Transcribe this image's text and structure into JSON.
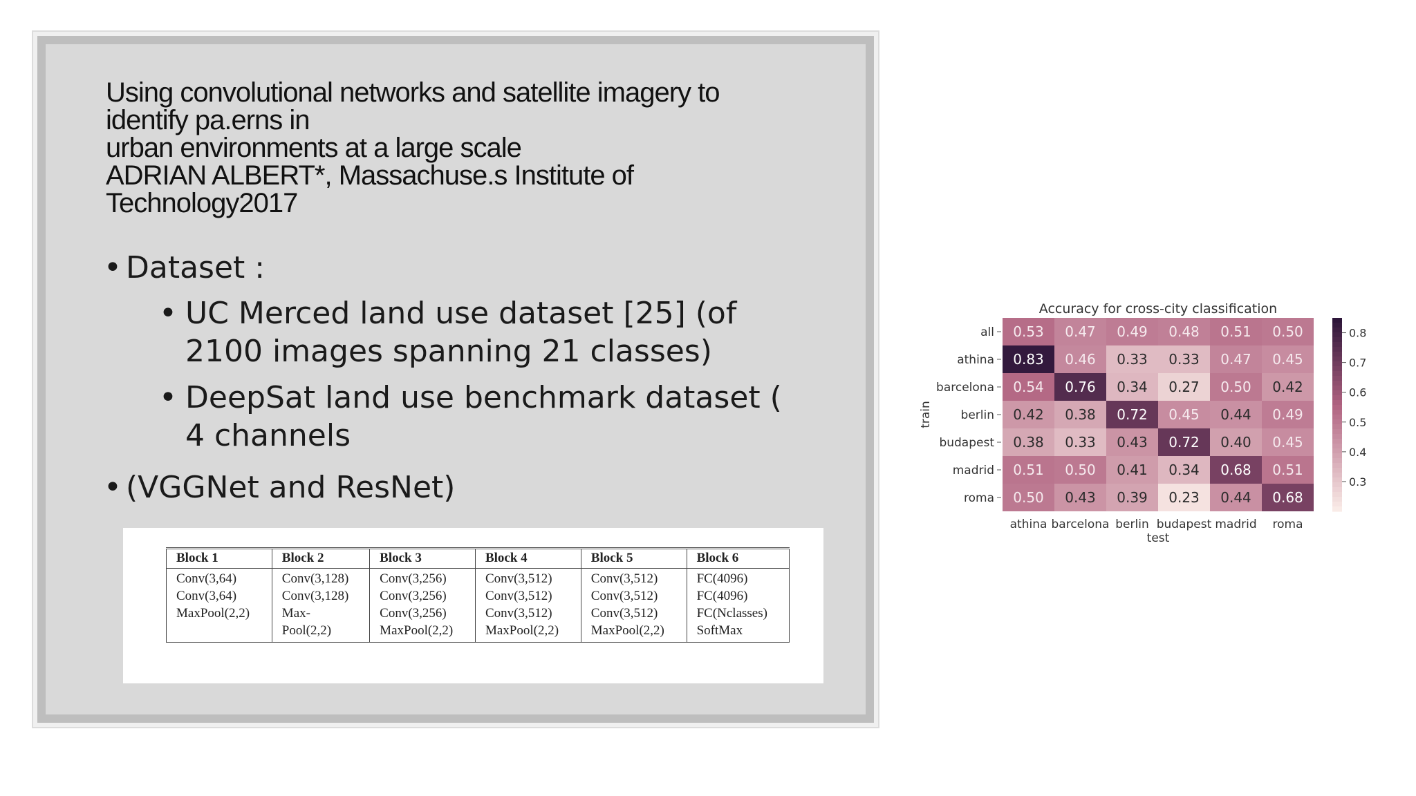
{
  "slide": {
    "title_lines": [
      "Using convolutional networks and satellite imagery to",
      "identify pa.erns in",
      "urban environments at a large scale",
      "ADRIAN ALBERT*, Massachuse.s Institute of",
      "Technology2017"
    ],
    "bullets": {
      "dot": "•",
      "dataset": "Dataset :",
      "uc_merced": "UC Merced land use dataset [25] (of 2100 images spanning 21 classes)",
      "deepsat": "DeepSat land use benchmark dataset ( 4 channels",
      "networks": "(VGGNet and ResNet)"
    }
  },
  "table": {
    "headers": [
      "Block 1",
      "Block 2",
      "Block 3",
      "Block 4",
      "Block 5",
      "Block 6"
    ],
    "cells": [
      [
        "Conv(3,64)",
        "Conv(3,64)",
        "MaxPool(2,2)"
      ],
      [
        "Conv(3,128)",
        "Conv(3,128)",
        "Max-",
        "Pool(2,2)"
      ],
      [
        "Conv(3,256)",
        "Conv(3,256)",
        "Conv(3,256)",
        "MaxPool(2,2)"
      ],
      [
        "Conv(3,512)",
        "Conv(3,512)",
        "Conv(3,512)",
        "MaxPool(2,2)"
      ],
      [
        "Conv(3,512)",
        "Conv(3,512)",
        "Conv(3,512)",
        "MaxPool(2,2)"
      ],
      [
        "FC(4096)",
        "FC(4096)",
        "FC(Nclasses)",
        "SoftMax"
      ]
    ]
  },
  "chart_data": {
    "type": "heatmap",
    "title": "Accuracy for cross-city classification",
    "xlabel": "test",
    "ylabel": "train",
    "x_categories": [
      "athina",
      "barcelona",
      "berlin",
      "budapest",
      "madrid",
      "roma"
    ],
    "y_categories": [
      "all",
      "athina",
      "barcelona",
      "berlin",
      "budapest",
      "madrid",
      "roma"
    ],
    "values": [
      [
        0.53,
        0.47,
        0.49,
        0.48,
        0.51,
        0.5
      ],
      [
        0.83,
        0.46,
        0.33,
        0.33,
        0.47,
        0.45
      ],
      [
        0.54,
        0.76,
        0.34,
        0.27,
        0.5,
        0.42
      ],
      [
        0.42,
        0.38,
        0.72,
        0.45,
        0.44,
        0.49
      ],
      [
        0.38,
        0.33,
        0.43,
        0.72,
        0.4,
        0.45
      ],
      [
        0.51,
        0.5,
        0.41,
        0.34,
        0.68,
        0.51
      ],
      [
        0.5,
        0.43,
        0.39,
        0.23,
        0.44,
        0.68
      ]
    ],
    "colorbar": {
      "range": [
        0.2,
        0.85
      ],
      "ticks": [
        "0.8",
        "0.7",
        "0.6",
        "0.5",
        "0.4",
        "0.3"
      ]
    },
    "colors": {
      "low": "#fbeee9",
      "high": "#2a1438"
    }
  }
}
